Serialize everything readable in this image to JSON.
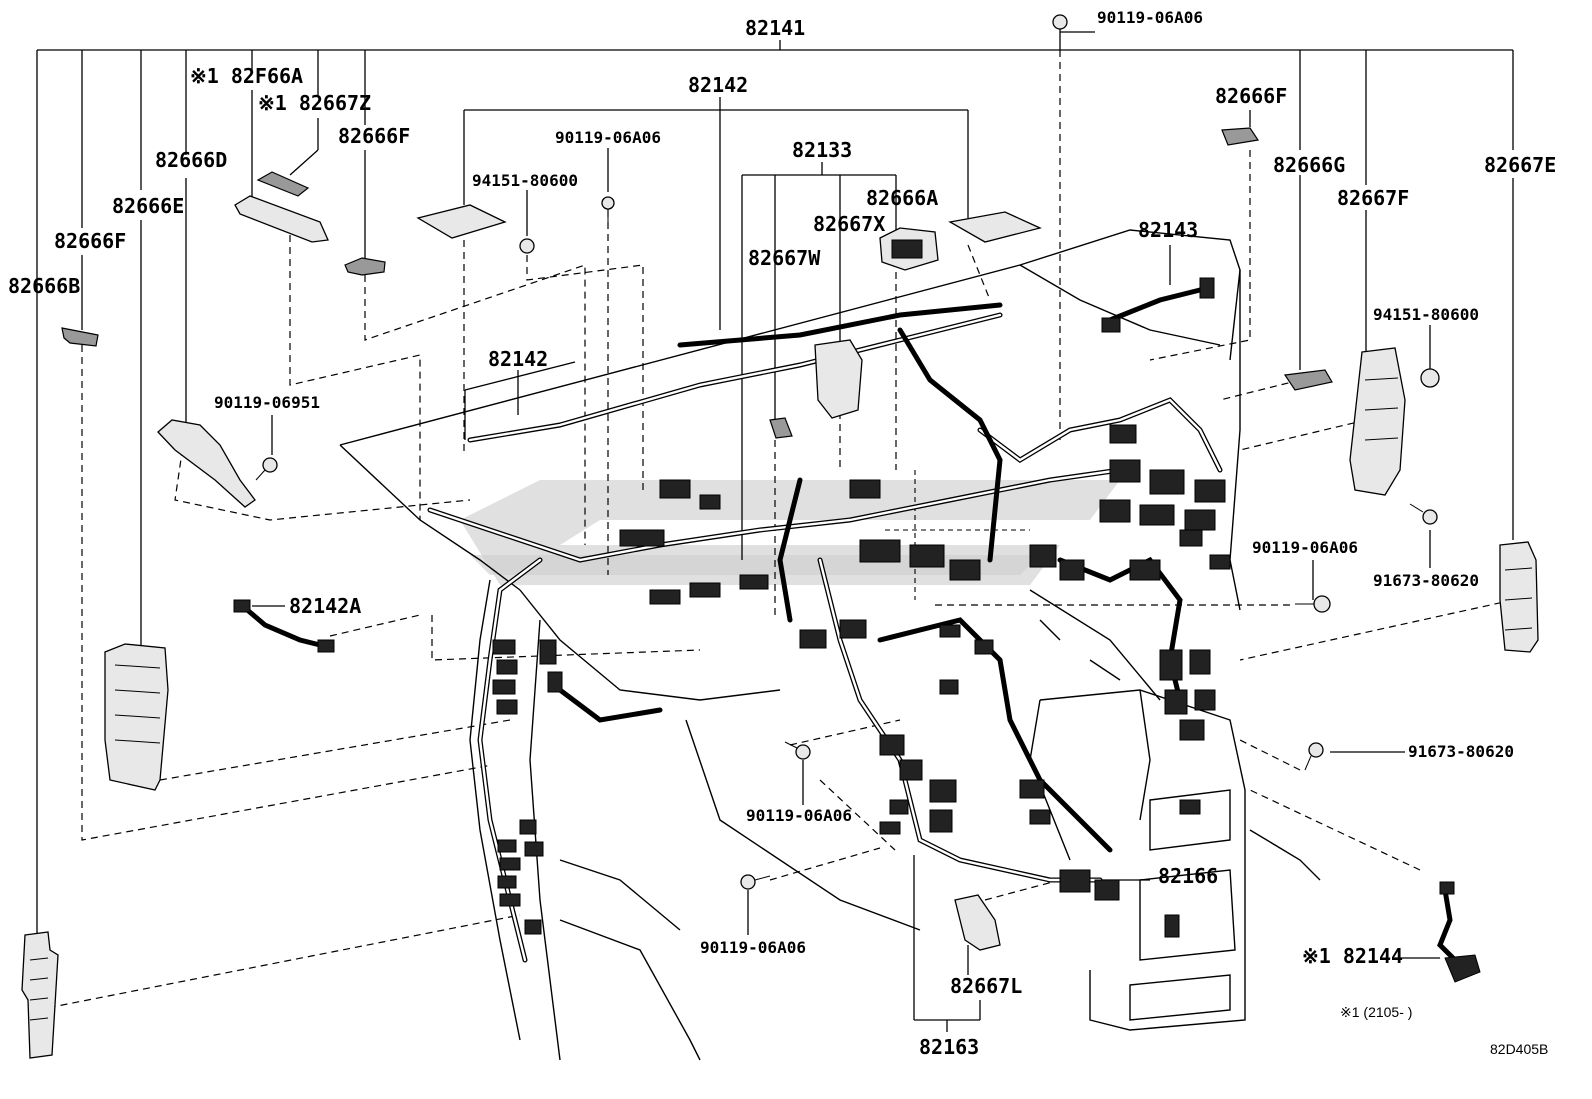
{
  "diagram_code": "82D405B",
  "footnote": "※1 (2105-      )",
  "part_labels": {
    "p82141": "82141",
    "p90119_06A06_top": "90119-06A06",
    "p82F66A": "※1 82F66A",
    "p82667Z": "※1 82667Z",
    "p82666F_left_top": "82666F",
    "p82666D": "82666D",
    "p82666E": "82666E",
    "p82666F_left": "82666F",
    "p82666B": "82666B",
    "p82142_top": "82142",
    "p90119_06A06_mid": "90119-06A06",
    "p94151_80600_left": "94151-80600",
    "p82133": "82133",
    "p82666A": "82666A",
    "p82667X": "82667X",
    "p82667W": "82667W",
    "p82142_mid": "82142",
    "p90119_06951": "90119-06951",
    "p82142A": "82142A",
    "p82666F_right": "82666F",
    "p82666G": "82666G",
    "p82667F": "82667F",
    "p82667E": "82667E",
    "p82143": "82143",
    "p94151_80600_right": "94151-80600",
    "p91673_80620_top": "91673-80620",
    "p90119_06A06_right": "90119-06A06",
    "p91673_80620_bottom": "91673-80620",
    "p90119_06A06_lower": "90119-06A06",
    "p90119_06A06_bottom": "90119-06A06",
    "p82166": "82166",
    "p82667L": "82667L",
    "p82163": "82163",
    "p82144": "※1 82144"
  }
}
